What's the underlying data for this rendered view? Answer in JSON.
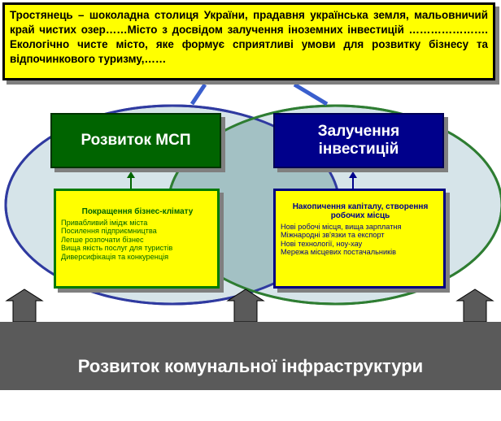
{
  "vision": {
    "text": "Тростянець – шоколадна столиця України, прадавня українська земля, мальовничий край чистих озер……Місто з досвідом залучення іноземних інвестицій …………………. Екологічно чисте місто, яке формує сприятливі умови для розвитку бізнесу та відпочинкового туризму,……"
  },
  "sme": {
    "title": "Розвиток МСП",
    "detail_title": "Покращення бізнес-клімату",
    "items": [
      "Привабливий імідж міста",
      "Посилення підприємництва",
      "Легше розпочати бізнес",
      "Вища якість послуг для туристів",
      "Диверсифікація  та конкуренція"
    ]
  },
  "investment": {
    "title": "Залучення інвестицій",
    "detail_title": "Накопичення капіталу, створення робочих місць",
    "items": [
      "Нові робочі місця, вища зарплатня",
      "Міжнародні зв'язки та експорт",
      "Нові технології, ноу-хау",
      "Мережа місцевих постачальників"
    ]
  },
  "foundation": {
    "label": "Розвиток комунальної інфраструктури"
  },
  "colors": {
    "vision_bg": "#ffff00",
    "sme_green": "#006400",
    "investment_blue": "#00008b",
    "circle_overlap": "#a3c1c4",
    "foundation_gray": "#5a5a5a"
  }
}
